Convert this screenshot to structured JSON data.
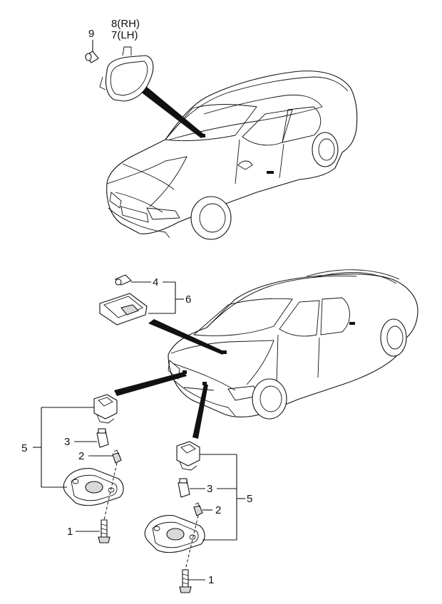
{
  "callouts": {
    "lamp_bulb_front": "9",
    "room_lamp_rh": "8(RH)",
    "room_lamp_lh": "7(LH)",
    "trunk_bulb": "4",
    "trunk_lamp_assy": "6",
    "left_license_assy": "5",
    "left_socket_bulb": "3",
    "left_clip": "2",
    "left_screw": "1",
    "right_socket_bulb": "3",
    "right_assy": "5",
    "right_clip": "2",
    "right_screw": "1"
  }
}
